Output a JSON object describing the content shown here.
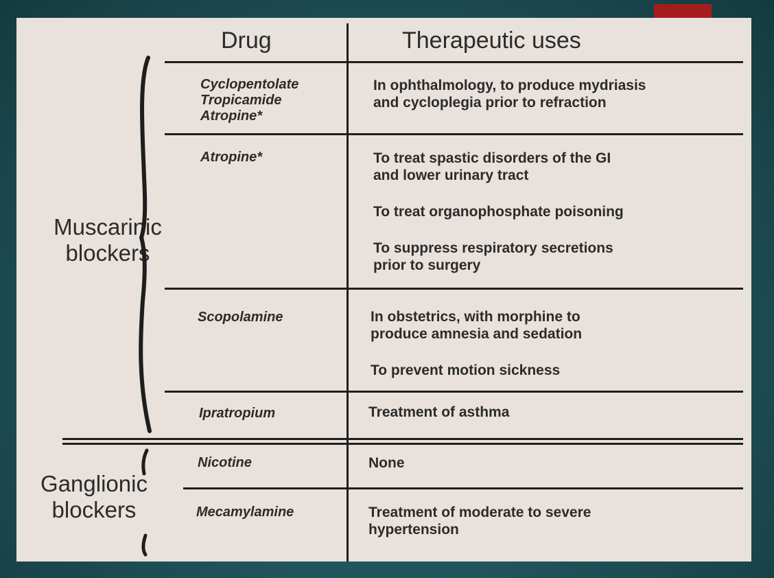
{
  "header": {
    "drug_col": "Drug",
    "uses_col": "Therapeutic uses"
  },
  "groups": {
    "muscarinic": {
      "line1": "Muscarinic",
      "line2": "blockers"
    },
    "ganglionic": {
      "line1": "Ganglionic",
      "line2": "blockers"
    }
  },
  "rows": [
    {
      "drugs": [
        "Cyclopentolate",
        "Tropicamide",
        "Atropine*"
      ],
      "uses": [
        "In ophthalmology, to produce mydriasis",
        "and cycloplegia prior to refraction"
      ]
    },
    {
      "drugs": [
        "Atropine*"
      ],
      "uses": [
        "To treat spastic disorders of the GI",
        "and lower urinary tract",
        "To treat organophosphate poisoning",
        "To suppress respiratory secretions",
        "prior to surgery"
      ]
    },
    {
      "drugs": [
        "Scopolamine"
      ],
      "uses": [
        "In obstetrics, with morphine to",
        "produce amnesia and sedation",
        "To prevent motion sickness"
      ]
    },
    {
      "drugs": [
        "Ipratropium"
      ],
      "uses": [
        "Treatment of asthma"
      ]
    },
    {
      "drugs": [
        "Nicotine"
      ],
      "uses": [
        "None"
      ]
    },
    {
      "drugs": [
        "Mecamylamine"
      ],
      "uses": [
        "Treatment of moderate to severe",
        "hypertension"
      ]
    }
  ],
  "colors": {
    "background": "#1f5158",
    "panel": "#e8e1dc",
    "accent": "#a51c1c",
    "text": "#2b2b2b"
  }
}
